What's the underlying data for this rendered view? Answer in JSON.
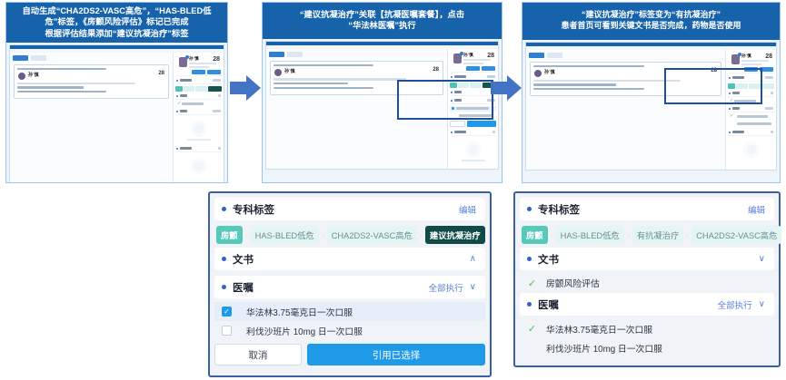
{
  "steps": [
    {
      "id": "step-1",
      "banner": "自动生成“CHA2DS2-VASC高危”，“HAS-BLED低\n危”标签，《房颤风险评估》标记已完成\n根据评估结果添加“建议抗凝治疗”标签"
    },
    {
      "id": "step-2",
      "banner": "“建议抗凝治疗”关联【抗凝医嘱套餐】，点击\n“华法林医嘱”执行"
    },
    {
      "id": "step-3",
      "banner": "“建议抗凝治疗”标签变为“有抗凝治疗”\n患者首页可看到关键文书是否完成，药物是否使用"
    }
  ],
  "arrows": {
    "glyph": "right-arrow",
    "color": "#4472c4"
  },
  "left_panel": {
    "tags_section": {
      "title": "专科标签",
      "action": "编辑"
    },
    "tags": [
      {
        "label": "房颤",
        "style": "solid"
      },
      {
        "label": "HAS-BLED低危",
        "style": "light"
      },
      {
        "label": "CHA2DS2-VASC高危",
        "style": "light"
      },
      {
        "label": "建议抗凝治疗",
        "style": "dark"
      }
    ],
    "documents_section": {
      "title": "文书",
      "chevron": "∧"
    },
    "orders_section": {
      "title": "医嘱",
      "action": "全部执行",
      "chevron": "∨"
    },
    "orders": [
      {
        "label": "华法林3.75毫克日一次口服",
        "checked": true
      },
      {
        "label": "利伐沙班片 10mg 日一次口服",
        "checked": false
      }
    ],
    "buttons": {
      "cancel": "取消",
      "confirm": "引用已选择"
    }
  },
  "right_panel": {
    "tags_section": {
      "title": "专科标签",
      "action": "编辑"
    },
    "tags": [
      {
        "label": "房颤",
        "style": "solid"
      },
      {
        "label": "HAS-BLED低危",
        "style": "light"
      },
      {
        "label": "有抗凝治疗",
        "style": "light"
      },
      {
        "label": "CHA2DS2-VASC高危",
        "style": "light"
      }
    ],
    "documents_section": {
      "title": "文书",
      "chevron": "∨"
    },
    "documents": [
      {
        "label": "房颤风险评估",
        "done": true
      }
    ],
    "orders_section": {
      "title": "医嘱",
      "action": "全部执行",
      "chevron": "∨"
    },
    "orders": [
      {
        "label": "华法林3.75毫克日一次口服",
        "done": true
      },
      {
        "label": "利伐沙班片 10mg 日一次口服",
        "done": false
      }
    ]
  },
  "mock": {
    "patient_name": "孙`慎",
    "patient_age": "28"
  },
  "colors": {
    "banner_blue": "#1763ab",
    "accent_blue": "#1f9ae8",
    "tag_solid": "#56c9b9",
    "tag_dark": "#114b47",
    "tag_light": "#e3f6f3",
    "tick_green": "#4cc05c",
    "border_blue": "#3b5fa6"
  }
}
